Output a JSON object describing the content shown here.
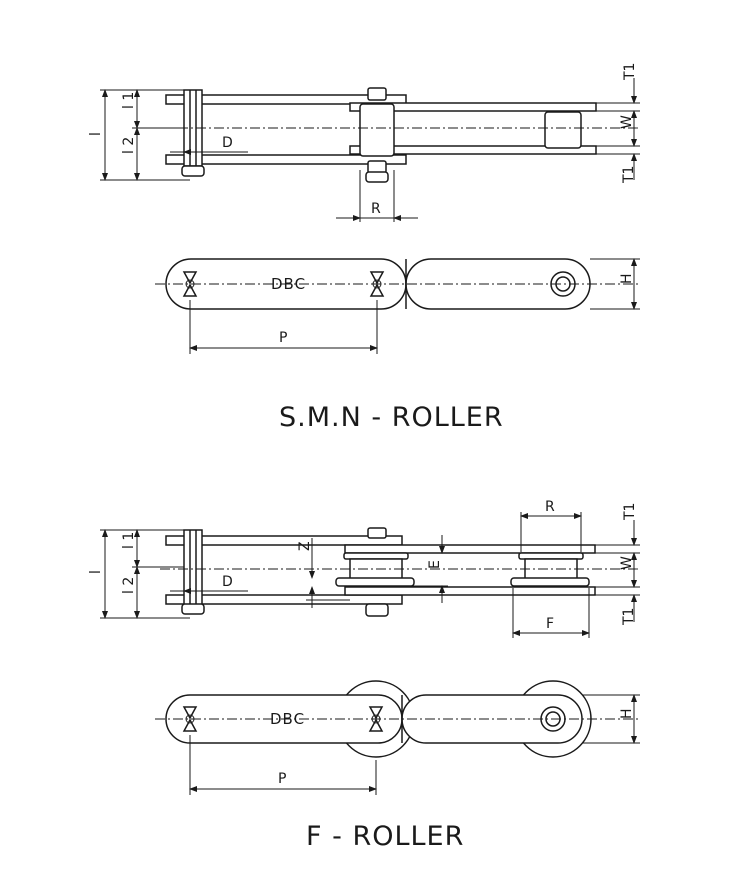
{
  "smn": {
    "title": "S.M.N - ROLLER",
    "dims": {
      "l": "l",
      "l1": "l 1",
      "l2": "l 2",
      "d": "D",
      "r": "R",
      "t1_top": "T1",
      "w": "W",
      "t1_bottom": "T1",
      "h": "H",
      "p": "P"
    },
    "plate_text": "DBC"
  },
  "froller": {
    "title": "F - ROLLER",
    "dims": {
      "l": "l",
      "l1": "l 1",
      "l2": "l 2",
      "d": "D",
      "z": "Z",
      "e": "E",
      "r": "R",
      "f": "F",
      "t1_top": "T1",
      "w": "W",
      "t1_bottom": "T1",
      "h": "H",
      "p": "P"
    },
    "plate_text": "DBC"
  }
}
